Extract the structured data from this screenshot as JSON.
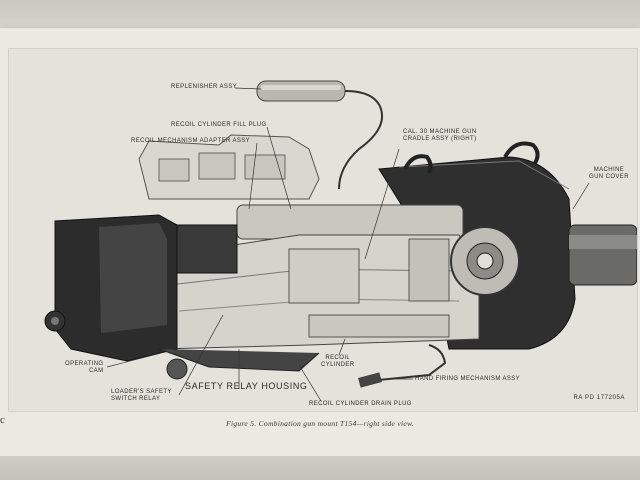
{
  "callouts": {
    "replenisher": "REPLENISHER ASSY",
    "fill_plug": "RECOIL CYLINDER FILL PLUG",
    "adapter": "RECOIL MECHANISM ADAPTER ASSY",
    "cradle_line1": "CAL. 30 MACHINE GUN",
    "cradle_line2": "CRADLE ASSY (RIGHT)",
    "cover_line1": "MACHINE",
    "cover_line2": "GUN COVER",
    "operating_line1": "OPERATING",
    "operating_line2": "CAM",
    "loader_line1": "LOADER'S SAFETY",
    "loader_line2": "SWITCH RELAY",
    "safety_relay": "SAFETY RELAY HOUSING",
    "recoil_cyl_line1": "RECOIL",
    "recoil_cyl_line2": "CYLINDER",
    "hand_firing": "HAND FIRING MECHANISM ASSY",
    "drain_plug": "RECOIL CYLINDER DRAIN PLUG"
  },
  "plate_id": "RA PD 177205A",
  "caption": "Figure 5.   Combination gun mount T154—right side view.",
  "margin_mark": "c"
}
